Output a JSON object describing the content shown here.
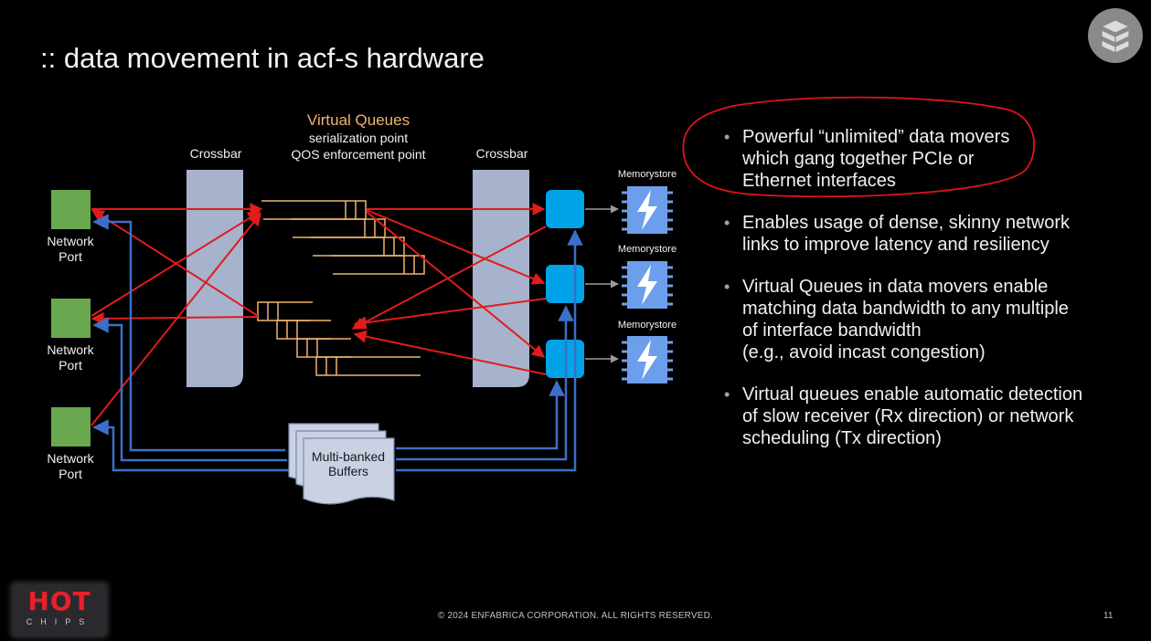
{
  "title": ":: data movement in acf-s hardware",
  "diagram": {
    "virtual_queues_label": "Virtual Queues",
    "serialization_label": "serialization point",
    "qos_label": "QOS enforcement point",
    "crossbar_left_label": "Crossbar",
    "crossbar_right_label": "Crossbar",
    "network_ports": [
      {
        "line1": "Network",
        "line2": "Port"
      },
      {
        "line1": "Network",
        "line2": "Port"
      },
      {
        "line1": "Network",
        "line2": "Port"
      }
    ],
    "memorystores": [
      "Memorystore",
      "Memorystore",
      "Memorystore"
    ],
    "buffers_line1": "Multi-banked",
    "buffers_line2": "Buffers"
  },
  "bullets": [
    {
      "lines": [
        "Powerful “unlimited” data movers",
        "which gang together PCIe or",
        "Ethernet interfaces"
      ]
    },
    {
      "lines": [
        "Enables usage of dense, skinny network",
        "links to improve latency and resiliency"
      ]
    },
    {
      "lines": [
        "Virtual Queues in data movers enable",
        "matching data bandwidth to any multiple",
        "of interface bandwidth",
        "(e.g., avoid incast congestion)"
      ]
    },
    {
      "lines": [
        "Virtual queues enable automatic detection",
        "of slow receiver (Rx direction) or network",
        "scheduling (Tx direction)"
      ]
    }
  ],
  "footer": "© 2024 ENFABRICA CORPORATION. ALL RIGHTS RESERVED.",
  "page_number": "11",
  "logo": {
    "top": "HOT",
    "bottom": "CHIPS"
  },
  "colors": {
    "background": "#000000",
    "port_green": "#6aa84f",
    "crossbar": "#a7b3cc",
    "mover_blue": "#00a3e8",
    "queue_orange": "#f0b46e",
    "arrow_red": "#e01c1c",
    "arrow_blue": "#3d6fc7",
    "memory_blue": "#6d9eeb",
    "highlight_red": "#e0141b"
  }
}
